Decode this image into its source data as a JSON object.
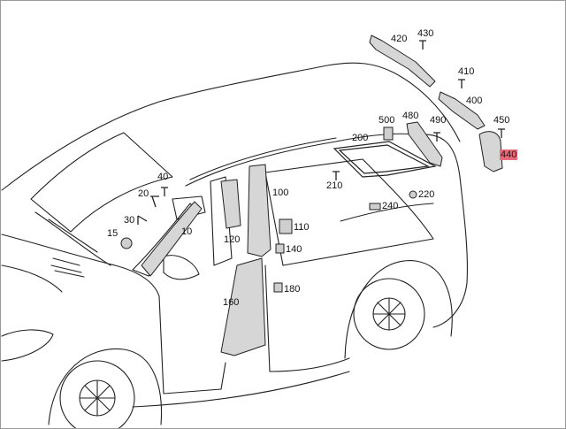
{
  "diagram": {
    "colors": {
      "line": "#222222",
      "part_fill": "#d6d6d6",
      "highlight": "#e96a78"
    },
    "highlighted_part": "440",
    "labels": [
      {
        "key": "p420",
        "text": "420"
      },
      {
        "key": "p430",
        "text": "430"
      },
      {
        "key": "p410",
        "text": "410"
      },
      {
        "key": "p400",
        "text": "400"
      },
      {
        "key": "p500",
        "text": "500"
      },
      {
        "key": "p480",
        "text": "480"
      },
      {
        "key": "p490",
        "text": "490"
      },
      {
        "key": "p450",
        "text": "450"
      },
      {
        "key": "p440",
        "text": "440"
      },
      {
        "key": "p200",
        "text": "200"
      },
      {
        "key": "p210",
        "text": "210"
      },
      {
        "key": "p220",
        "text": "220"
      },
      {
        "key": "p240",
        "text": "240"
      },
      {
        "key": "p40",
        "text": "40"
      },
      {
        "key": "p20",
        "text": "20"
      },
      {
        "key": "p30",
        "text": "30"
      },
      {
        "key": "p15",
        "text": "15"
      },
      {
        "key": "p10",
        "text": "10"
      },
      {
        "key": "p100",
        "text": "100"
      },
      {
        "key": "p120",
        "text": "120"
      },
      {
        "key": "p110",
        "text": "110"
      },
      {
        "key": "p140",
        "text": "140"
      },
      {
        "key": "p160",
        "text": "160"
      },
      {
        "key": "p180",
        "text": "180"
      }
    ]
  }
}
